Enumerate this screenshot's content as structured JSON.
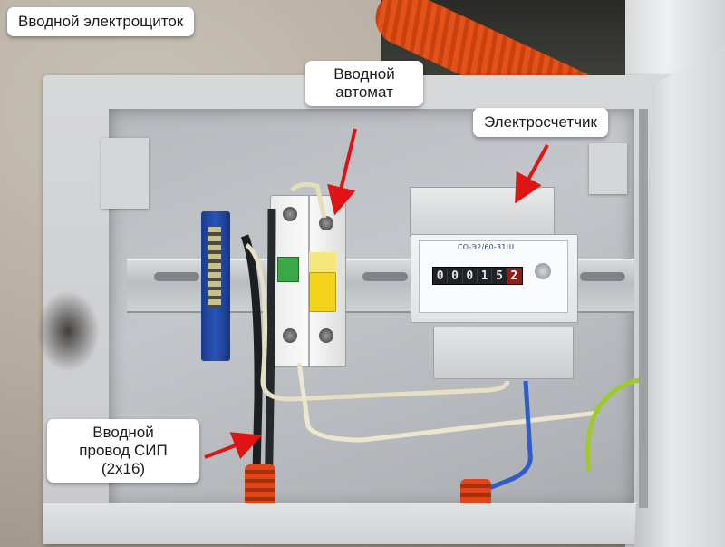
{
  "labels": {
    "panel": "Вводной электрощиток",
    "breaker_line1": "Вводной",
    "breaker_line2": "автомат",
    "meter": "Электросчетчик",
    "cable_line1": "Вводной",
    "cable_line2": "провод СИП",
    "cable_line3": "(2x16)"
  },
  "meter": {
    "model": "СО-Э2/60-31Ш",
    "digits": [
      "0",
      "0",
      "0",
      "1",
      "5",
      "2"
    ]
  },
  "colors": {
    "arrow": "#e01414",
    "callout_bg": "#ffffff",
    "box": "#d2d4d7",
    "terminal": "#2a54b8",
    "breaker_lever": "#f3d31a",
    "sleeve": "#e0461a"
  }
}
